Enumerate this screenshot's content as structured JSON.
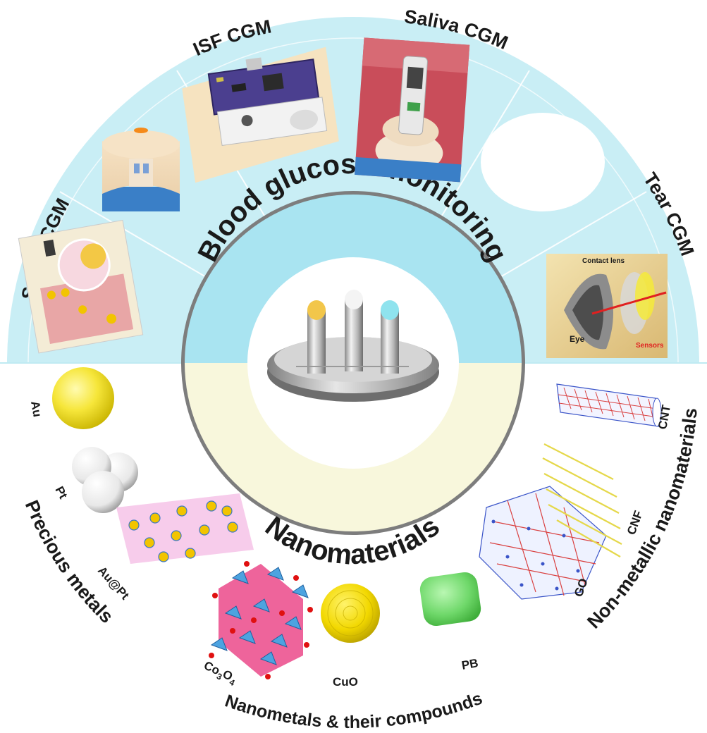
{
  "center": {
    "top_label": "Blood glucose monitoring",
    "bottom_label": "Nanomaterials"
  },
  "monitoring_sectors": [
    {
      "label": "Sweat CGM"
    },
    {
      "label": "ISF CGM"
    },
    {
      "label": "Saliva CGM"
    },
    {
      "label": "Tear CGM"
    }
  ],
  "material_categories": [
    {
      "label": "Precious metals"
    },
    {
      "label": "Nanometals & their compounds"
    },
    {
      "label": "Non-metallic nanomaterials"
    }
  ],
  "materials": {
    "au": "Au",
    "pt": "Pt",
    "au_pt": "Au@Pt",
    "co3o4_base": "Co",
    "co3o4_sub1": "3",
    "co3o4_mid": "O",
    "co3o4_sub2": "4",
    "cuo": "CuO",
    "pb": "PB",
    "go": "GO",
    "cnf": "CNF",
    "cnt": "CNT"
  },
  "tear_image_labels": {
    "contact_lens": "Contact lens",
    "eye": "Eye",
    "sensors": "Sensors"
  },
  "colors": {
    "top_band": "#c9eef5",
    "top_inner": "#a7e3f0",
    "bottom_inner": "#f8f7dc",
    "ring_gray": "#7a7a7a",
    "gold": "#f5e23a",
    "green": "#6fd86a",
    "red_text": "#e02020"
  }
}
